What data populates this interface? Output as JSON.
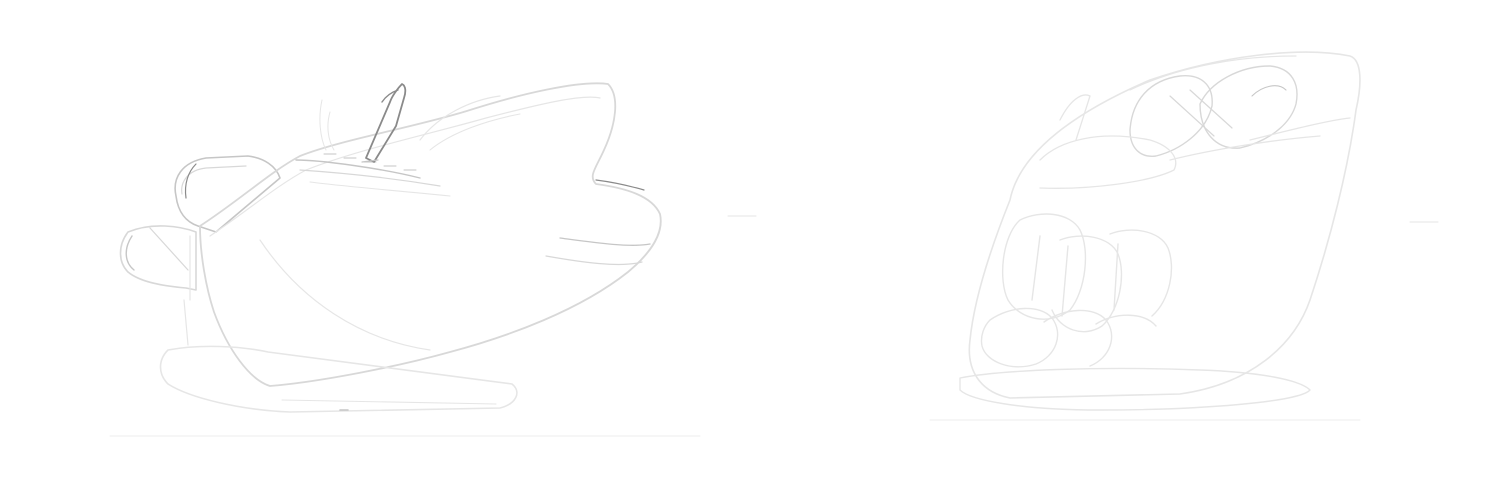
{
  "image": {
    "kind": "line-art product illustration",
    "colors": {
      "background": "#ffffff",
      "line_light": "#e3e3e3",
      "line_mid": "#c8c8c8",
      "line_dark": "#8a8a8a"
    },
    "figures": [
      {
        "name": "massage-chair-side-view"
      },
      {
        "name": "massage-chair-front-view"
      }
    ]
  }
}
